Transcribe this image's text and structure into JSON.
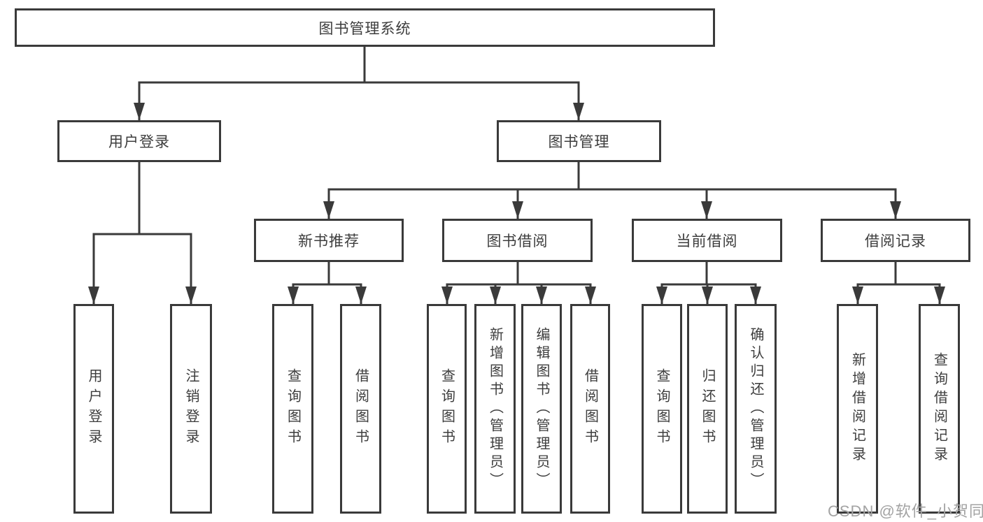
{
  "diagram": {
    "root": "图书管理系统",
    "level2": {
      "user_login": "用户登录",
      "book_mgmt": "图书管理"
    },
    "level3": {
      "new_book": "新书推荐",
      "book_borrow": "图书借阅",
      "current_borrow": "当前借阅",
      "borrow_record": "借阅记录"
    },
    "leaves": {
      "login": "用户登录",
      "logout": "注销登录",
      "nb_query": "查询图书",
      "nb_borrow": "借阅图书",
      "bb_query": "查询图书",
      "bb_add": "新增图书（管理员）",
      "bb_edit": "编辑图书（管理员）",
      "bb_borrow": "借阅图书",
      "cb_query": "查询图书",
      "cb_return": "归还图书",
      "cb_confirm": "确认归还（管理员）",
      "br_add": "新增借阅记录",
      "br_query": "查询借阅记录"
    },
    "structure": [
      {
        "parent": "图书管理系统",
        "children": [
          "用户登录",
          "图书管理"
        ]
      },
      {
        "parent": "用户登录",
        "children": [
          "用户登录",
          "注销登录"
        ]
      },
      {
        "parent": "图书管理",
        "children": [
          "新书推荐",
          "图书借阅",
          "当前借阅",
          "借阅记录"
        ]
      },
      {
        "parent": "新书推荐",
        "children": [
          "查询图书",
          "借阅图书"
        ]
      },
      {
        "parent": "图书借阅",
        "children": [
          "查询图书",
          "新增图书（管理员）",
          "编辑图书（管理员）",
          "借阅图书"
        ]
      },
      {
        "parent": "当前借阅",
        "children": [
          "查询图书",
          "归还图书",
          "确认归还（管理员）"
        ]
      },
      {
        "parent": "借阅记录",
        "children": [
          "新增借阅记录",
          "查询借阅记录"
        ]
      }
    ]
  },
  "watermark": "CSDN @软件_小贺同学",
  "colors": {
    "line": "#3a3a3a",
    "text": "#3d3d3d",
    "box_fill": "#ffffff",
    "watermark": "#a3a3a3"
  }
}
